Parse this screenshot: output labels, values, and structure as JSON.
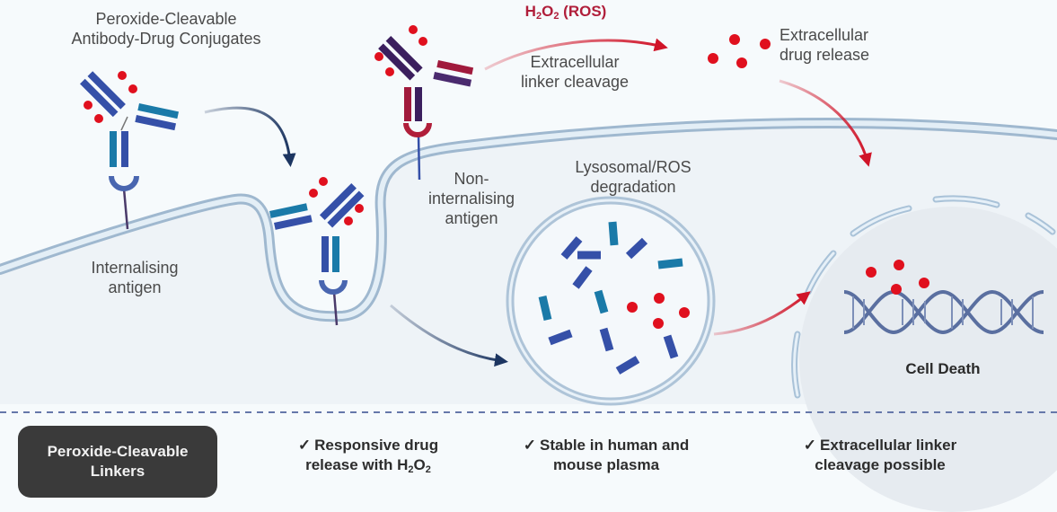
{
  "labels": {
    "adc_title_line1": "Peroxide-Cleavable",
    "adc_title_line2": "Antibody-Drug Conjugates",
    "h2o2_prefix": "H",
    "h2o2_sub1": "2",
    "h2o2_mid": "O",
    "h2o2_sub2": "2",
    "h2o2_suffix": " (ROS)",
    "extracellular_cleavage_line1": "Extracellular",
    "extracellular_cleavage_line2": "linker cleavage",
    "extracellular_release_line1": "Extracellular",
    "extracellular_release_line2": "drug release",
    "non_internalising_line1": "Non-",
    "non_internalising_line2": "internalising",
    "non_internalising_line3": "antigen",
    "internalising_line1": "Internalising",
    "internalising_line2": "antigen",
    "lysosomal_line1": "Lysosomal/ROS",
    "lysosomal_line2": "degradation",
    "cell_death": "Cell Death"
  },
  "footer": {
    "badge_line1": "Peroxide-Cleavable",
    "badge_line2": "Linkers",
    "check_symbol": "✓",
    "features": [
      {
        "line1": "Responsive drug",
        "line2_prefix": "release with H",
        "sub1": "2",
        "mid": "O",
        "sub2": "2"
      },
      {
        "line1": "Stable in human and",
        "line2": "mouse plasma"
      },
      {
        "line1": "Extracellular linker",
        "line2": "cleavage possible"
      }
    ]
  },
  "colors": {
    "antibody_blue": "#3550a8",
    "antibody_teal": "#1a7aa8",
    "antibody_purple": "#3b1f5e",
    "antibody_crimson": "#a01a3c",
    "drug_red": "#e0101e",
    "membrane": "#b8cfe0",
    "arrow_navy": "#1c3561",
    "arrow_red": "#d01428",
    "badge_bg": "#3a3a3a",
    "dna": "#5a6fa0"
  }
}
